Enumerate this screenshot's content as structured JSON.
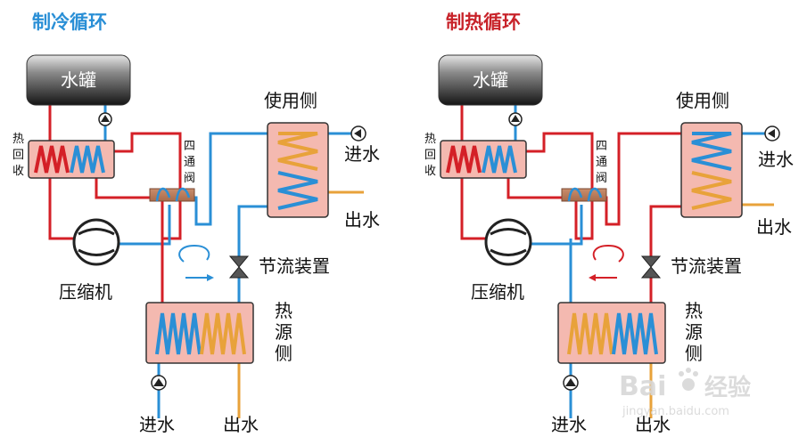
{
  "cooling": {
    "title": "制冷循环",
    "tank": "水罐",
    "heat_recovery": [
      "热",
      "回",
      "收"
    ],
    "four_way_valve": [
      "四",
      "通",
      "阀"
    ],
    "user_side": "使用侧",
    "water_in_user": "进水",
    "water_out_user": "出水",
    "throttle": "节流装置",
    "compressor": "压缩机",
    "source_side": [
      "热",
      "源",
      "侧"
    ],
    "water_in_source": "进水",
    "water_out_source": "出水"
  },
  "heating": {
    "title": "制热循环",
    "tank": "水罐",
    "heat_recovery": [
      "热",
      "回",
      "收"
    ],
    "four_way_valve": [
      "四",
      "通",
      "阀"
    ],
    "user_side": "使用侧",
    "water_in_user": "进水",
    "water_out_user": "出水",
    "throttle": "节流装置",
    "compressor": "压缩机",
    "source_side": [
      "热",
      "源",
      "侧"
    ],
    "water_in_source": "进水",
    "water_out_source": "出水"
  },
  "watermark": {
    "brand": "Bai",
    "brand_tail": "经验",
    "url": "jingyan.baidu.com"
  },
  "colors": {
    "hot_pipe": "#d42027",
    "cold_pipe": "#2a8fd6",
    "water_out": "#e8a23a",
    "box_fill": "#f4b9b0",
    "title_cool": "#2a8fd6",
    "title_heat": "#c8232a",
    "tank": "#555555"
  }
}
